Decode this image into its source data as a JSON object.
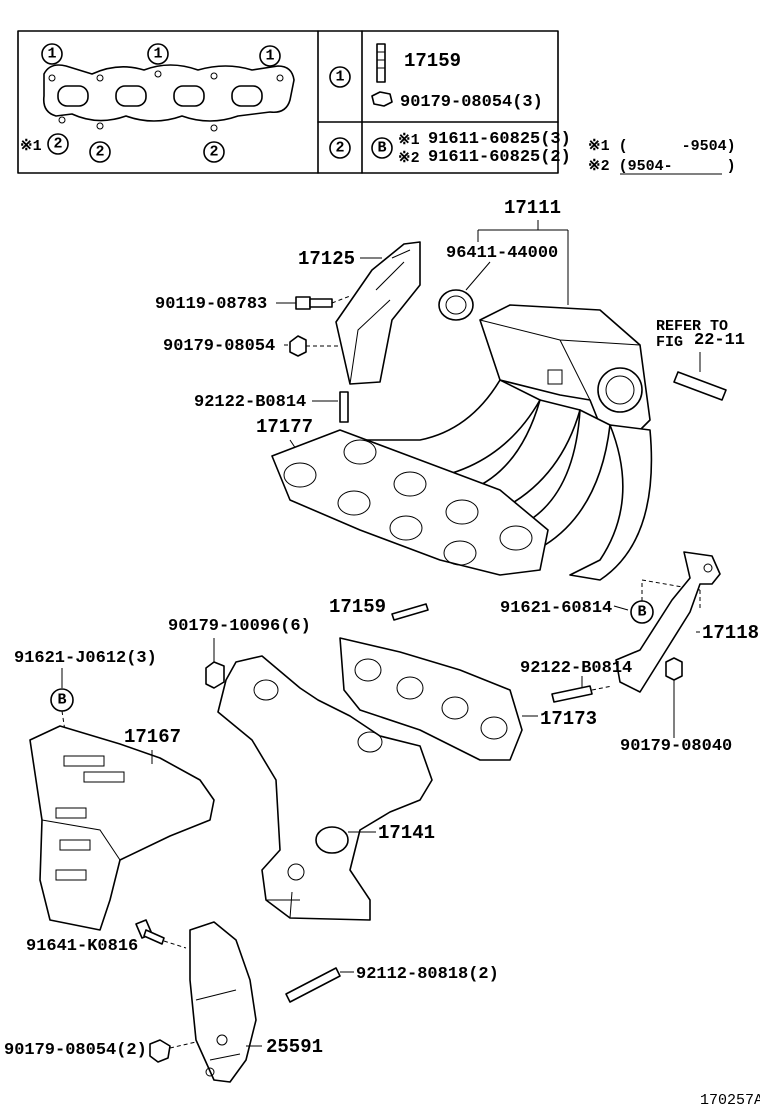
{
  "legend_table": {
    "row1": {
      "marker": "1",
      "parts": [
        "17159",
        "90179-08054(3)"
      ]
    },
    "row2": {
      "marker": "2",
      "ref": "B",
      "note_mark_1": "※1",
      "note_mark_2": "※2",
      "parts": [
        "91611-60825(3)",
        "91611-60825(2)"
      ]
    },
    "gasket_markers": [
      "1",
      "1",
      "1",
      "2",
      "2",
      "2"
    ],
    "gasket_note_mark": "※1"
  },
  "date_notes": {
    "note1": "※1 (      -9504)",
    "note2": "※2 (9504-      )"
  },
  "refer_note": {
    "line1": "REFER TO",
    "line2": "FIG",
    "fig": "22-11"
  },
  "callouts": {
    "p17111": "17111",
    "p96411": "96411-44000",
    "p17125": "17125",
    "p90119": "90119-08783",
    "p90179a": "90179-08054",
    "p92122a": "92122-B0814",
    "p17177": "17177",
    "p17159": "17159",
    "p90179b": "90179-10096(6)",
    "p91621a": "91621-60814",
    "ref_b1": "B",
    "p17118": "17118",
    "p92122b": "92122-B0814",
    "p91621b": "91621-J0612(3)",
    "ref_b2": "B",
    "p17167": "17167",
    "p17173": "17173",
    "p90179c": "90179-08040",
    "p17141": "17141",
    "p91641": "91641-K0816",
    "p92112": "92112-80818(2)",
    "p90179d": "90179-08054(2)",
    "p25591": "25591"
  },
  "figure_id": "170257A"
}
